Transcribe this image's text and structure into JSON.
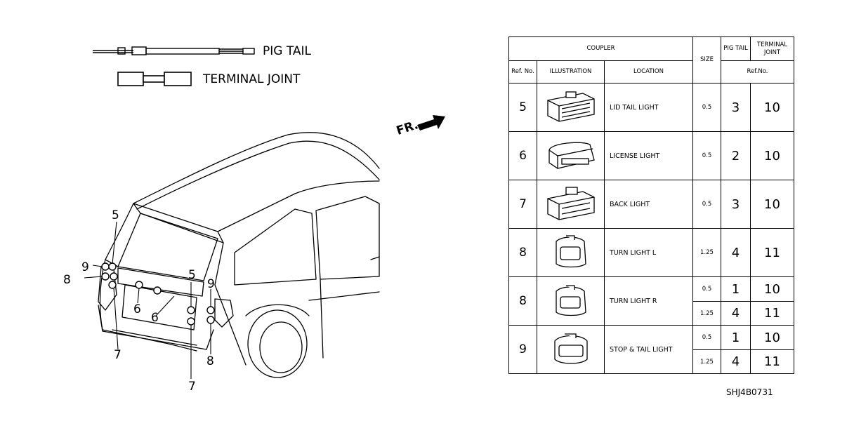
{
  "legend": {
    "pig_tail_label": "PIG TAIL",
    "terminal_joint_label": "TERMINAL JOINT"
  },
  "direction_label": "FR.",
  "callouts": {
    "c5_left": "5",
    "c9_left": "9",
    "c8_left": "8",
    "c7_left": "7",
    "c6_a": "6",
    "c6_b": "6",
    "c5_right": "5",
    "c9_right": "9",
    "c8_right": "8",
    "c7_right": "7"
  },
  "table": {
    "headers": {
      "coupler": "COUPLER",
      "size": "SIZE",
      "pig_tail": "PIG TAIL",
      "terminal_joint": "TERMINAL JOINT",
      "ref_no": "Ref. No.",
      "illustration": "ILLUSTRATION",
      "location": "LOCATION",
      "ref_no_right": "Ref.No."
    },
    "rows": [
      {
        "ref": "5",
        "location": "LID TAIL LIGHT",
        "sizes": [
          "0.5"
        ],
        "pig_tail": [
          "3"
        ],
        "terminal_joint": [
          "10"
        ]
      },
      {
        "ref": "6",
        "location": "LICENSE LIGHT",
        "sizes": [
          "0.5"
        ],
        "pig_tail": [
          "2"
        ],
        "terminal_joint": [
          "10"
        ]
      },
      {
        "ref": "7",
        "location": "BACK LIGHT",
        "sizes": [
          "0.5"
        ],
        "pig_tail": [
          "3"
        ],
        "terminal_joint": [
          "10"
        ]
      },
      {
        "ref": "8",
        "location": "TURN LIGHT L",
        "sizes": [
          "1.25"
        ],
        "pig_tail": [
          "4"
        ],
        "terminal_joint": [
          "11"
        ]
      },
      {
        "ref": "8",
        "location": "TURN LIGHT R",
        "sizes": [
          "0.5",
          "1.25"
        ],
        "pig_tail": [
          "1",
          "4"
        ],
        "terminal_joint": [
          "10",
          "11"
        ]
      },
      {
        "ref": "9",
        "location": "STOP & TAIL LIGHT",
        "sizes": [
          "0.5",
          "1.25"
        ],
        "pig_tail": [
          "1",
          "4"
        ],
        "terminal_joint": [
          "10",
          "11"
        ]
      }
    ]
  },
  "diagram_code": "SHJ4B0731"
}
